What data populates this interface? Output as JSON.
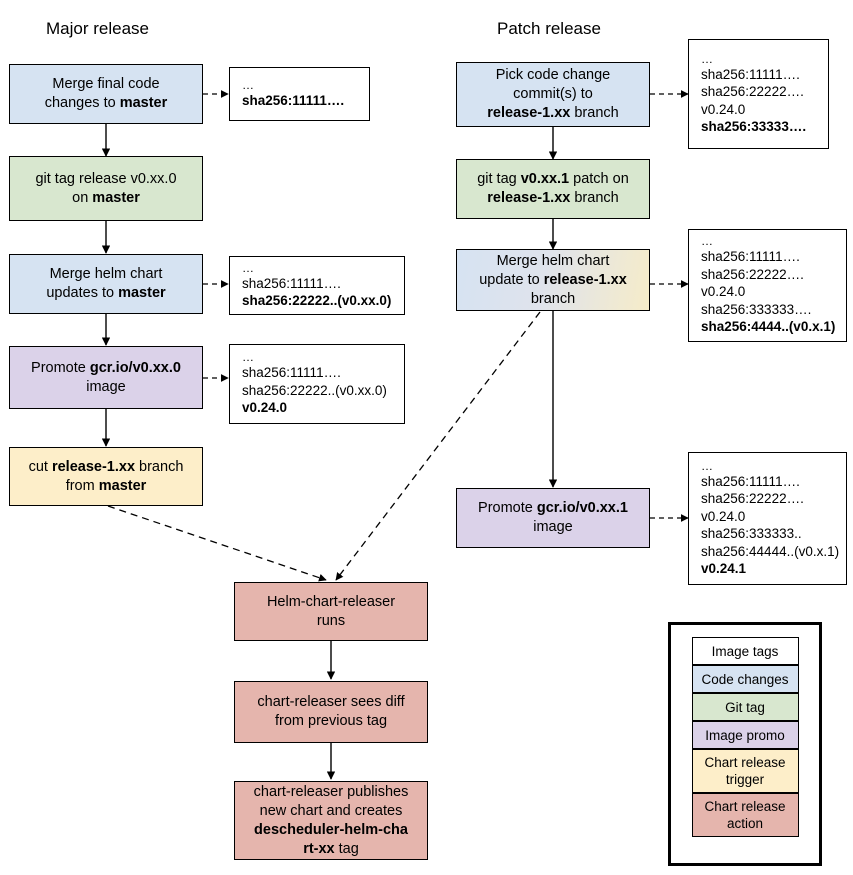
{
  "titles": {
    "major": "Major release",
    "patch": "Patch release"
  },
  "major_flow": [
    {
      "id": "merge-final-code",
      "kind": "code-changes",
      "text_html": "Merge final code<br>changes to <b>master</b>"
    },
    {
      "id": "git-tag-release",
      "kind": "git-tag",
      "text_html": "git tag release v0.xx.0<br>on <b>master</b>"
    },
    {
      "id": "merge-helm-chart",
      "kind": "code-changes",
      "text_html": "Merge helm chart<br>updates to <b>master</b>"
    },
    {
      "id": "promote-image",
      "kind": "image-promo",
      "text_html": "Promote <b>gcr.io/v0.xx.0</b><br>image"
    },
    {
      "id": "cut-release-branch",
      "kind": "chart-release-trigger",
      "text_html": "cut <b>release-1.xx</b> branch<br>from <b>master</b>"
    }
  ],
  "patch_flow": [
    {
      "id": "pick-code-change",
      "kind": "code-changes",
      "text_html": "Pick code change<br>commit(s) to<br><b>release-1.xx</b> branch"
    },
    {
      "id": "git-tag-patch",
      "kind": "git-tag",
      "text_html": "git tag <b>v0.xx.1</b> patch on<br><b>release-1.xx</b> branch"
    },
    {
      "id": "merge-helm-chart-rel",
      "kind": "code-changes-and-trigger",
      "text_html": "Merge helm chart<br>update to <b>release-1.xx</b><br>branch"
    },
    {
      "id": "promote-image-patch",
      "kind": "image-promo",
      "text_html": "Promote <b>gcr.io/v0.xx.1</b><br>image"
    }
  ],
  "releaser_flow": [
    {
      "id": "releaser-runs",
      "kind": "chart-release-action",
      "text_html": "Helm-chart-releaser<br>runs"
    },
    {
      "id": "releaser-sees-diff",
      "kind": "chart-release-action",
      "text_html": "chart-releaser sees diff<br>from previous tag"
    },
    {
      "id": "releaser-publishes",
      "kind": "chart-release-action",
      "text_html": "chart-releaser publishes<br>new chart and creates<br><b>descheduler-helm-cha</b><br><b>rt-xx</b> tag"
    }
  ],
  "tag_boxes": [
    {
      "id": "tags-after-merge-final",
      "lines": [
        {
          "text": "…",
          "bold": false
        },
        {
          "text": "sha256:11111….",
          "bold": true
        }
      ]
    },
    {
      "id": "tags-after-merge-helm",
      "lines": [
        {
          "text": "…",
          "bold": false
        },
        {
          "text": "sha256:11111….",
          "bold": false
        },
        {
          "text": "sha256:22222..(v0.xx.0)",
          "bold": true
        }
      ]
    },
    {
      "id": "tags-after-promote",
      "lines": [
        {
          "text": "…",
          "bold": false
        },
        {
          "text": "sha256:11111….",
          "bold": false
        },
        {
          "text": "sha256:22222..(v0.xx.0)",
          "bold": false
        },
        {
          "text": "v0.24.0",
          "bold": true
        }
      ]
    },
    {
      "id": "tags-after-pick-commit",
      "lines": [
        {
          "text": "…",
          "bold": false
        },
        {
          "text": "sha256:11111….",
          "bold": false
        },
        {
          "text": "sha256:22222….",
          "bold": false
        },
        {
          "text": "v0.24.0",
          "bold": false
        },
        {
          "text": "sha256:33333….",
          "bold": true
        }
      ]
    },
    {
      "id": "tags-after-merge-helm-release",
      "lines": [
        {
          "text": "…",
          "bold": false
        },
        {
          "text": "sha256:11111….",
          "bold": false
        },
        {
          "text": "sha256:22222….",
          "bold": false
        },
        {
          "text": "v0.24.0",
          "bold": false
        },
        {
          "text": "sha256:333333….",
          "bold": false
        },
        {
          "text": "sha256:4444..(v0.x.1)",
          "bold": true
        }
      ]
    },
    {
      "id": "tags-after-promote-patch",
      "lines": [
        {
          "text": "…",
          "bold": false
        },
        {
          "text": "sha256:11111….",
          "bold": false
        },
        {
          "text": "sha256:22222….",
          "bold": false
        },
        {
          "text": "v0.24.0",
          "bold": false
        },
        {
          "text": "sha256:333333..",
          "bold": false
        },
        {
          "text": "sha256:44444..(v0.x.1)",
          "bold": false
        },
        {
          "text": "v0.24.1",
          "bold": true
        }
      ]
    }
  ],
  "legend": {
    "items": [
      {
        "label": "Image tags",
        "kind": "plain"
      },
      {
        "label": "Code changes",
        "kind": "code-changes"
      },
      {
        "label": "Git tag",
        "kind": "git-tag"
      },
      {
        "label": "Image promo",
        "kind": "image-promo"
      },
      {
        "label": "Chart release trigger",
        "kind": "chart-release-trigger"
      },
      {
        "label": "Chart release action",
        "kind": "chart-release-action"
      }
    ]
  },
  "colors": {
    "code_changes": "#d6e3f2",
    "git_tag": "#d8e7cf",
    "image_promo": "#dbd2e9",
    "chart_release_trigger": "#fdeec9",
    "chart_release_action": "#e5b5ad",
    "image_tags": "#ffffff",
    "stroke": "#000000"
  }
}
